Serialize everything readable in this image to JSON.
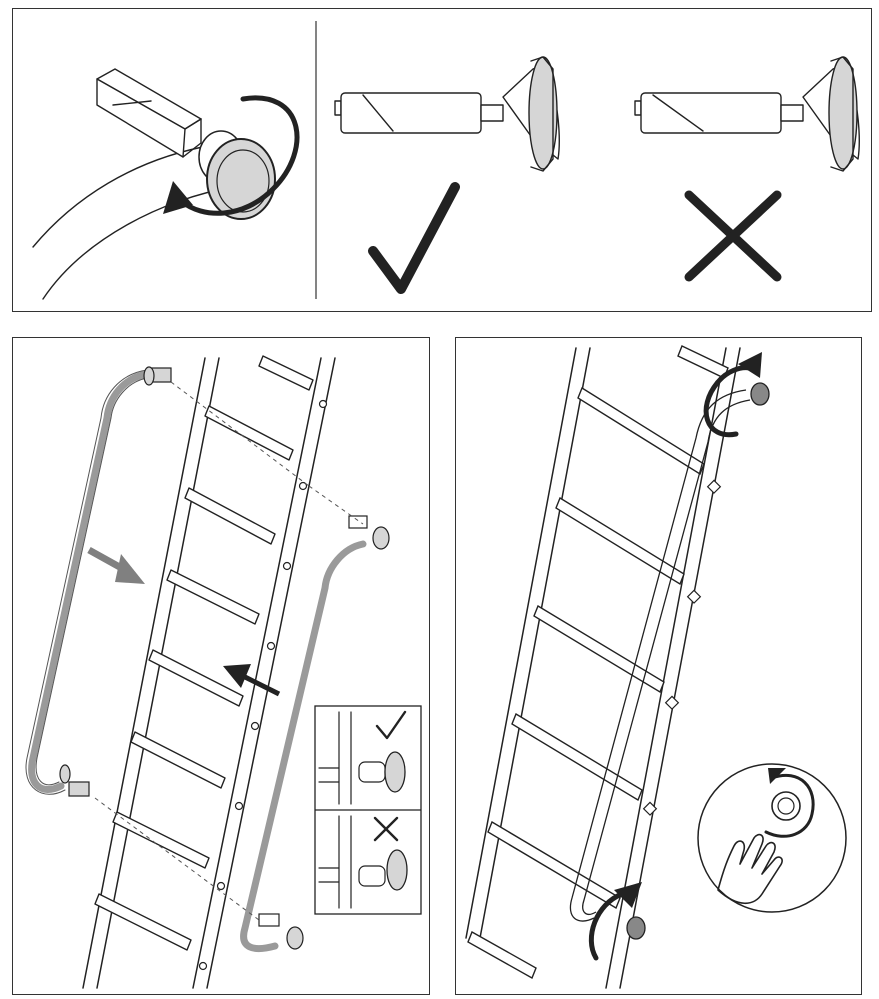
{
  "figure": {
    "colors": {
      "ink": "#222222",
      "rail_fill": "#ffffff",
      "knob_fill": "#d6d6d6",
      "handrail_grey": "#b8b8b8",
      "arrow_grey": "#808080",
      "panel_border": "#333333"
    },
    "panels": [
      {
        "id": "top",
        "content": [
          "knob-turn-arrow",
          "correct-check-icon",
          "incorrect-cross-icon"
        ]
      },
      {
        "id": "bottom-left",
        "content": [
          "ladder",
          "handrail-left",
          "handrail-right",
          "inset-check-icon",
          "inset-cross-icon"
        ]
      },
      {
        "id": "bottom-right",
        "content": [
          "ladder",
          "handrail",
          "rotate-arrows",
          "hand-icon",
          "knob-detail-circle"
        ]
      }
    ]
  }
}
